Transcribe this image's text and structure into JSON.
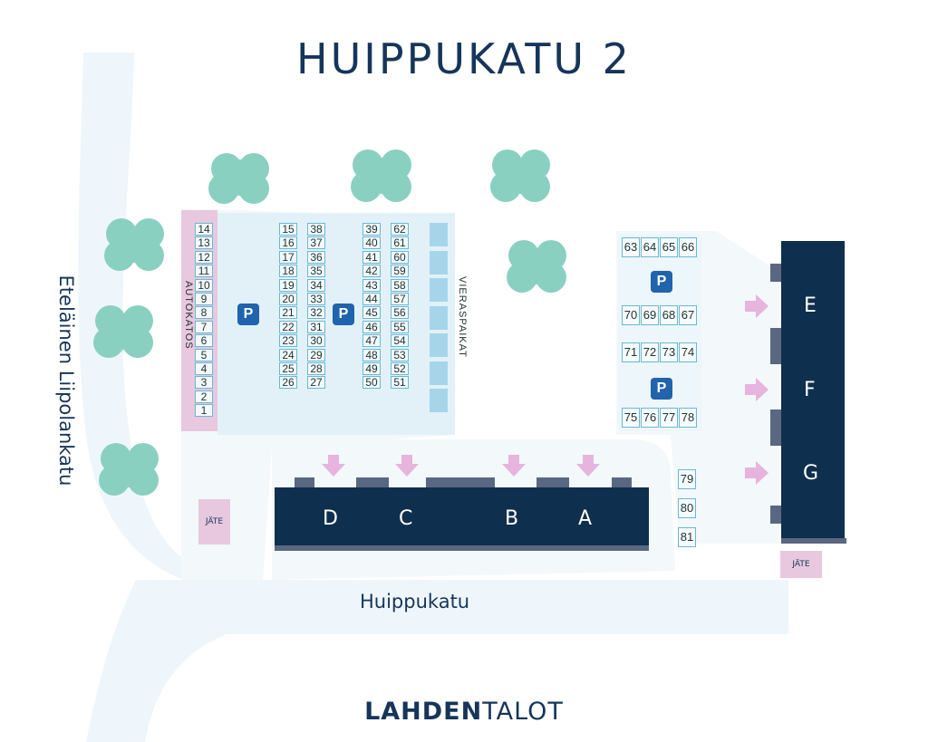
{
  "title": "HUIPPUKATU 2",
  "streets": {
    "main": "Huippukatu",
    "side": "Eteläinen Liipolankatu"
  },
  "labels": {
    "carport": "AUTOKATOS",
    "guest": "VIERASPAIKAT",
    "waste": "JÄTE",
    "parking": "P"
  },
  "buildings": {
    "d": "D",
    "c": "C",
    "b": "B",
    "a": "A",
    "e": "E",
    "f": "F",
    "g": "G"
  },
  "carport_slots": [
    "14",
    "13",
    "12",
    "11",
    "10",
    "9",
    "8",
    "7",
    "6",
    "5",
    "4",
    "3",
    "2",
    "1"
  ],
  "lot_cols": {
    "c1": [
      "15",
      "16",
      "17",
      "18",
      "19",
      "20",
      "21",
      "22",
      "23",
      "24",
      "25",
      "26"
    ],
    "c2": [
      "38",
      "37",
      "36",
      "35",
      "34",
      "33",
      "32",
      "31",
      "30",
      "29",
      "28",
      "27"
    ],
    "c3": [
      "39",
      "40",
      "41",
      "42",
      "43",
      "44",
      "45",
      "46",
      "47",
      "48",
      "49",
      "50"
    ],
    "c4": [
      "62",
      "61",
      "60",
      "59",
      "58",
      "57",
      "56",
      "55",
      "54",
      "53",
      "52",
      "51"
    ]
  },
  "right_rows": {
    "r1": [
      "63",
      "64",
      "65",
      "66"
    ],
    "r2": [
      "70",
      "69",
      "68",
      "67"
    ],
    "r3": [
      "71",
      "72",
      "73",
      "74"
    ],
    "r4": [
      "75",
      "76",
      "77",
      "78"
    ]
  },
  "side_slots": [
    "79",
    "80",
    "81"
  ],
  "logo": {
    "bold": "LAHDEN",
    "light": "TALOT"
  },
  "colors": {
    "navy": "#16355a",
    "building": "#0f2f4e",
    "tree": "#8ad0c1",
    "road": "#eef6fb",
    "pink": "#e8c8de",
    "arrow": "#e6b4dc",
    "p_badge": "#1f64ad"
  }
}
